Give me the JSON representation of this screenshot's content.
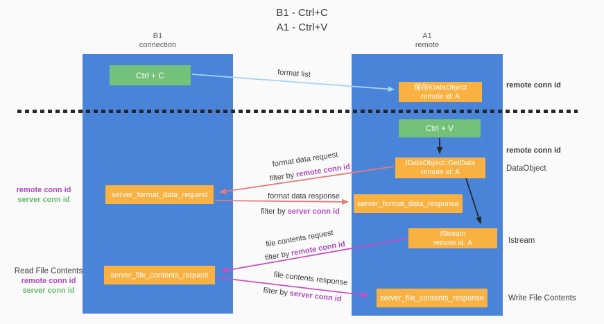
{
  "title": {
    "line1": "B1 - Ctrl+C",
    "line2": "A1 - Ctrl+V"
  },
  "lanes": {
    "left": {
      "title": "B1",
      "subtitle": "connection"
    },
    "right": {
      "title": "A1",
      "subtitle": "remote"
    }
  },
  "nodes": {
    "ctrl_c": {
      "label": "Ctrl + C"
    },
    "ctrl_v": {
      "label": "Ctrl + V"
    },
    "save_dataobject": {
      "line1": "保存IDataObject",
      "line2": "remote id: A"
    },
    "getdata": {
      "line1": "IDataObject::GetData",
      "line2": "remote id: A"
    },
    "istream": {
      "line1": "IStream",
      "line2": "remote id: A"
    },
    "server_format_data_request": {
      "label": "server_format_data_request"
    },
    "server_format_data_response": {
      "label": "server_format_data_response"
    },
    "server_file_contents_request": {
      "label": "server_file_contents_request"
    },
    "server_file_contents_response": {
      "label": "server_file_contents_response"
    }
  },
  "arrow_labels": {
    "format_list": "format list",
    "format_data_request": "format data request",
    "format_data_response": "format data response",
    "file_contents_request": "file contents request",
    "file_contents_response": "file contents response",
    "filter_by": "filter by",
    "remote_conn_id": "remote conn id",
    "server_conn_id": "server conn id"
  },
  "side_labels": {
    "remote_conn_id": "remote conn id",
    "server_conn_id": "server conn id",
    "dataobject": "DataObject",
    "istream": "Istream",
    "read_file_contents": "Read File Contents",
    "write_file_contents": "Write File Contents"
  },
  "colors": {
    "lane_blue": "#4a84d8",
    "node_green": "#74c17a",
    "node_orange": "#f9b142",
    "purple_text": "#ad4bbd",
    "green_text": "#66bb6a",
    "salmon_arrow": "#e57b7b",
    "magenta_arrow": "#c94fc0",
    "light_blue_arrow": "#a5d3f3",
    "black_arrow": "#262626",
    "background": "#fafafa"
  }
}
